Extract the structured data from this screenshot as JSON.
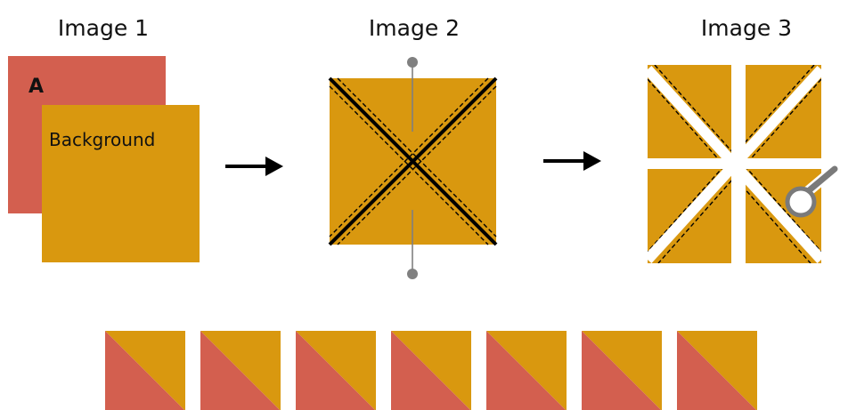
{
  "titles": {
    "image1": "Image 1",
    "image2": "Image 2",
    "image3": "Image 3"
  },
  "fabrics": {
    "a_label": "A",
    "background_label": "Background"
  },
  "colors": {
    "fabric_a": "#d35f4f",
    "background": "#d9980f",
    "stitch": "#000000",
    "pin": "#808080",
    "cut_gap": "#ffffff"
  },
  "icons": {
    "arrow_1": "right-arrow-icon",
    "arrow_2": "right-arrow-icon",
    "pin_top": "pin-icon",
    "pin_bottom": "pin-icon",
    "rotary_cutter": "rotary-cutter-icon"
  },
  "result_units": {
    "count": 7
  }
}
